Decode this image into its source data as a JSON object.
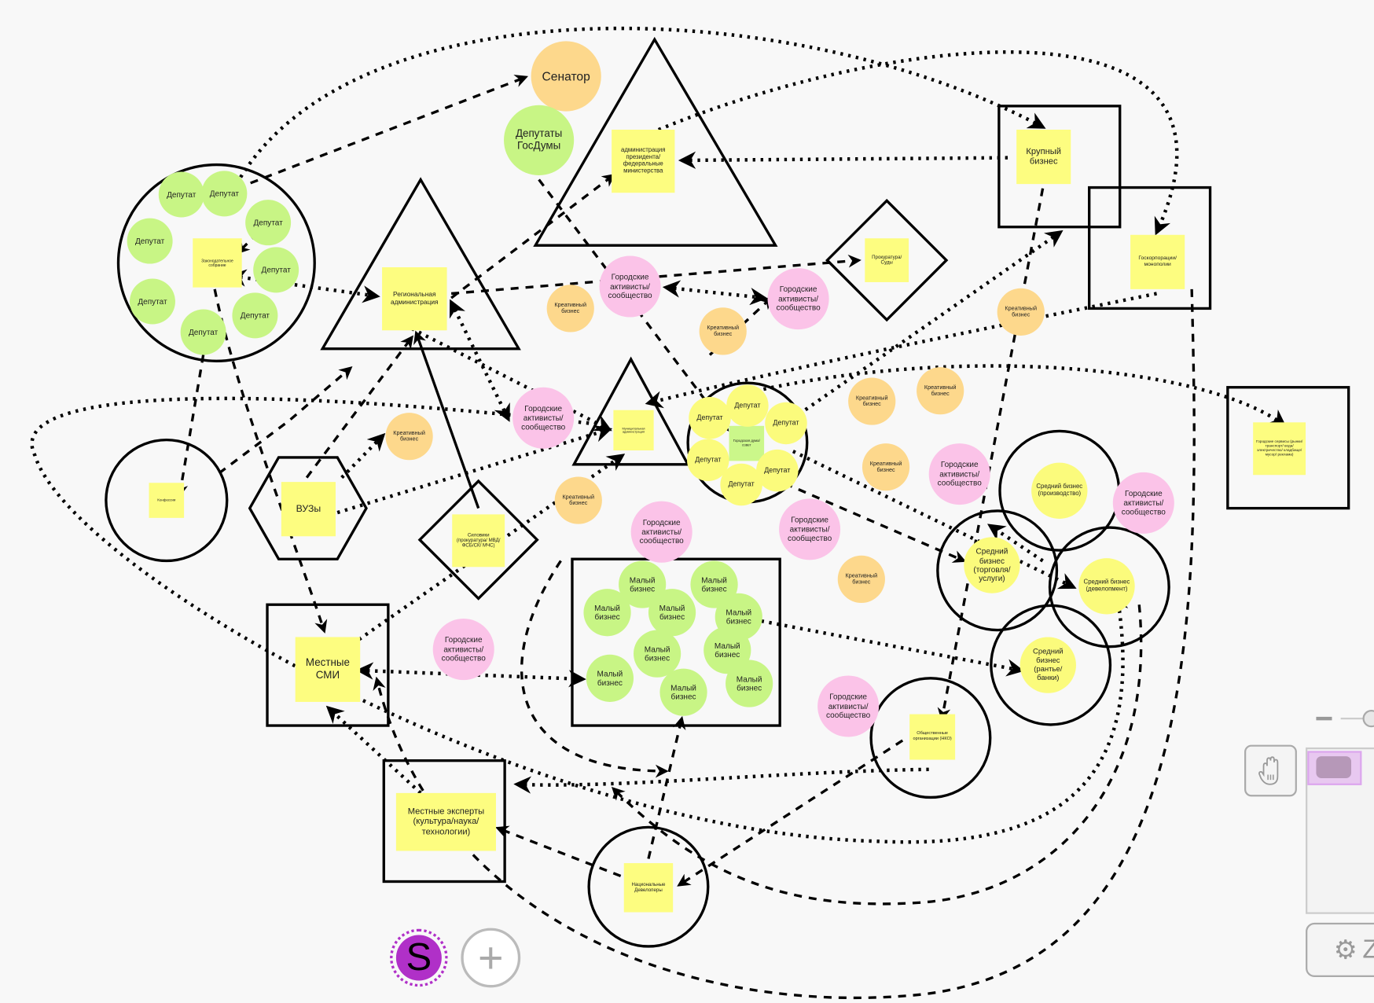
{
  "board": {
    "stickies": [
      {
        "label": "Законодательное собрание"
      },
      {
        "label": "Региональная администрация"
      },
      {
        "label": "администрация президента/ федеральные министерства"
      },
      {
        "label": "Крупный бизнес"
      },
      {
        "label": "Прокуратура/ Суды"
      },
      {
        "label": "Госкорпорации/ монополии"
      },
      {
        "label": "Муниципальная администрация"
      },
      {
        "label": "Городская дума/совет"
      },
      {
        "label": "Городские сервисы (рынки/транспорт/ вода/электричество/ кладбище/мусор/ реклама)"
      },
      {
        "label": "Конфессии"
      },
      {
        "label": "ВУЗы"
      },
      {
        "label": "Силовики (прокуратура/ МВД/ФСБ/СК/ МЧС)"
      },
      {
        "label": "Местные СМИ"
      },
      {
        "label": "Местные эксперты (культура/наука/ технологии)"
      },
      {
        "label": "Национальные Девелоперы"
      },
      {
        "label": "Общественные организации (НКО)"
      }
    ],
    "circles": [
      {
        "label": "Сенатор",
        "color": "#fdd88c"
      },
      {
        "label": "Депутаты ГосДумы",
        "color": "#c8f585"
      },
      {
        "label": "Депутат"
      },
      {
        "label": "Депутат"
      },
      {
        "label": "Депутат"
      },
      {
        "label": "Депутат"
      },
      {
        "label": "Депутат"
      },
      {
        "label": "Депутат"
      },
      {
        "label": "Депутат"
      },
      {
        "label": "Депутат"
      },
      {
        "label": "Депутат"
      },
      {
        "label": "Депутат"
      },
      {
        "label": "Депутат"
      },
      {
        "label": "Депутат"
      },
      {
        "label": "Депутат"
      },
      {
        "label": "Депутат"
      },
      {
        "label": "Малый бизнес"
      },
      {
        "label": "Малый бизнес"
      },
      {
        "label": "Малый бизнес"
      },
      {
        "label": "Малый бизнес"
      },
      {
        "label": "Малый бизнес"
      },
      {
        "label": "Малый бизнес"
      },
      {
        "label": "Малый бизнес"
      },
      {
        "label": "Малый бизнес"
      },
      {
        "label": "Малый бизнес"
      },
      {
        "label": "Малый бизнес"
      },
      {
        "label": "Креативный бизнес"
      },
      {
        "label": "Креативный бизнес"
      },
      {
        "label": "Креативный бизнес"
      },
      {
        "label": "Креативный бизнес"
      },
      {
        "label": "Креативный бизнес"
      },
      {
        "label": "Креативный бизнес"
      },
      {
        "label": "Креативный бизнес"
      },
      {
        "label": "Креативный бизнес"
      },
      {
        "label": "Креативный бизнес"
      },
      {
        "label": "Городские активисты/ сообщество"
      },
      {
        "label": "Городские активисты/ сообщество"
      },
      {
        "label": "Городские активисты/ сообщество"
      },
      {
        "label": "Городские активисты/ сообщество"
      },
      {
        "label": "Городские активисты/ сообщество"
      },
      {
        "label": "Городские активисты/ сообщество"
      },
      {
        "label": "Городские активисты/ сообщество"
      },
      {
        "label": "Городские активисты/ сообщество"
      },
      {
        "label": "Городские активисты/ сообщество"
      },
      {
        "label": "Средний бизнес (производство)"
      },
      {
        "label": "Средний бизнес (торговля/ услуги)"
      },
      {
        "label": "Средний бизнес (девелопмент)"
      },
      {
        "label": "Средний бизнес (рантье/ банки)"
      }
    ]
  },
  "toolbar": {
    "avatar_initial": "S",
    "add_label": "+",
    "settings_label": "Z",
    "icons": [
      "hand-icon",
      "gear-icon",
      "zoom-out-icon",
      "plus-icon"
    ]
  },
  "colors": {
    "sticky": "#fdfd80",
    "green": "#c8f585",
    "orange": "#fdd88c",
    "pink": "#fbc3e8",
    "yellow": "#fbfb7c",
    "avatar": "#b030c8"
  }
}
